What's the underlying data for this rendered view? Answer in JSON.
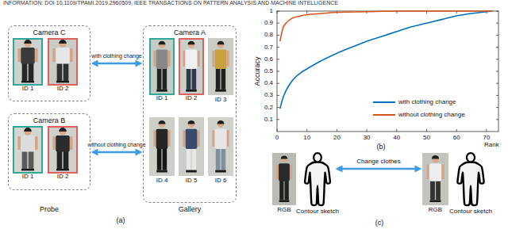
{
  "diagram": {
    "nodes": [
      {
        "text": [
          "Camera C"
        ]
      },
      {
        "text": [
          "ID 1"
        ],
        "in": 0
      },
      {
        "text": [
          "ID 2"
        ],
        "in": 0
      },
      {
        "text": [
          "Camera B"
        ]
      },
      {
        "text": [
          "ID 1"
        ],
        "in": 3
      },
      {
        "text": [
          "ID 2"
        ],
        "in": 3
      },
      {
        "text": [
          "Camera A"
        ]
      },
      {
        "text": [
          "ID 1"
        ],
        "in": 6
      },
      {
        "text": [
          "ID 2"
        ],
        "in": 6
      },
      {
        "text": [
          "ID 3"
        ],
        "in": 6
      },
      {
        "text": [
          "ID 4"
        ],
        "in": 6
      },
      {
        "text": [
          "ID 5"
        ],
        "in": 6
      },
      {
        "text": [
          "ID 6"
        ],
        "in": 6
      },
      {
        "text": [
          "RGB"
        ]
      },
      {
        "text": [
          "Contour sketch"
        ]
      },
      {
        "text": [
          "RGB"
        ]
      },
      {
        "text": [
          "Contour sketch"
        ]
      }
    ],
    "edges": [
      {
        "from": 0,
        "to": 6,
        "arrow": "both",
        "label": "with clothing change"
      },
      {
        "from": 3,
        "to": 6,
        "arrow": "both",
        "label": "without clothing change"
      },
      {
        "from": 14,
        "to": 15,
        "arrow": "both",
        "label": "Change clothes"
      }
    ],
    "labels": [
      "INFORMATION: DOI 10.1109/TPAMI.2019.2960509, IEEE TRANSACTIONS ON PATTERN ANALYSIS AND MACHINE INTELLIGENCE",
      "Probe",
      "Gallery",
      "(a)",
      "1",
      "0.9",
      "0.8",
      "0.7",
      "0.6",
      "0.5",
      "0.4",
      "0.3",
      "0.2",
      "0.1",
      "Accuracy",
      "0",
      "10",
      "20",
      "30",
      "40",
      "50",
      "60",
      "70",
      "Rank",
      "(b)",
      "(c)"
    ],
    "legend": [
      {
        "text": "with clothing change",
        "color": "#0072bd"
      },
      {
        "text": "without clothing change",
        "color": "#d95319"
      }
    ]
  }
}
